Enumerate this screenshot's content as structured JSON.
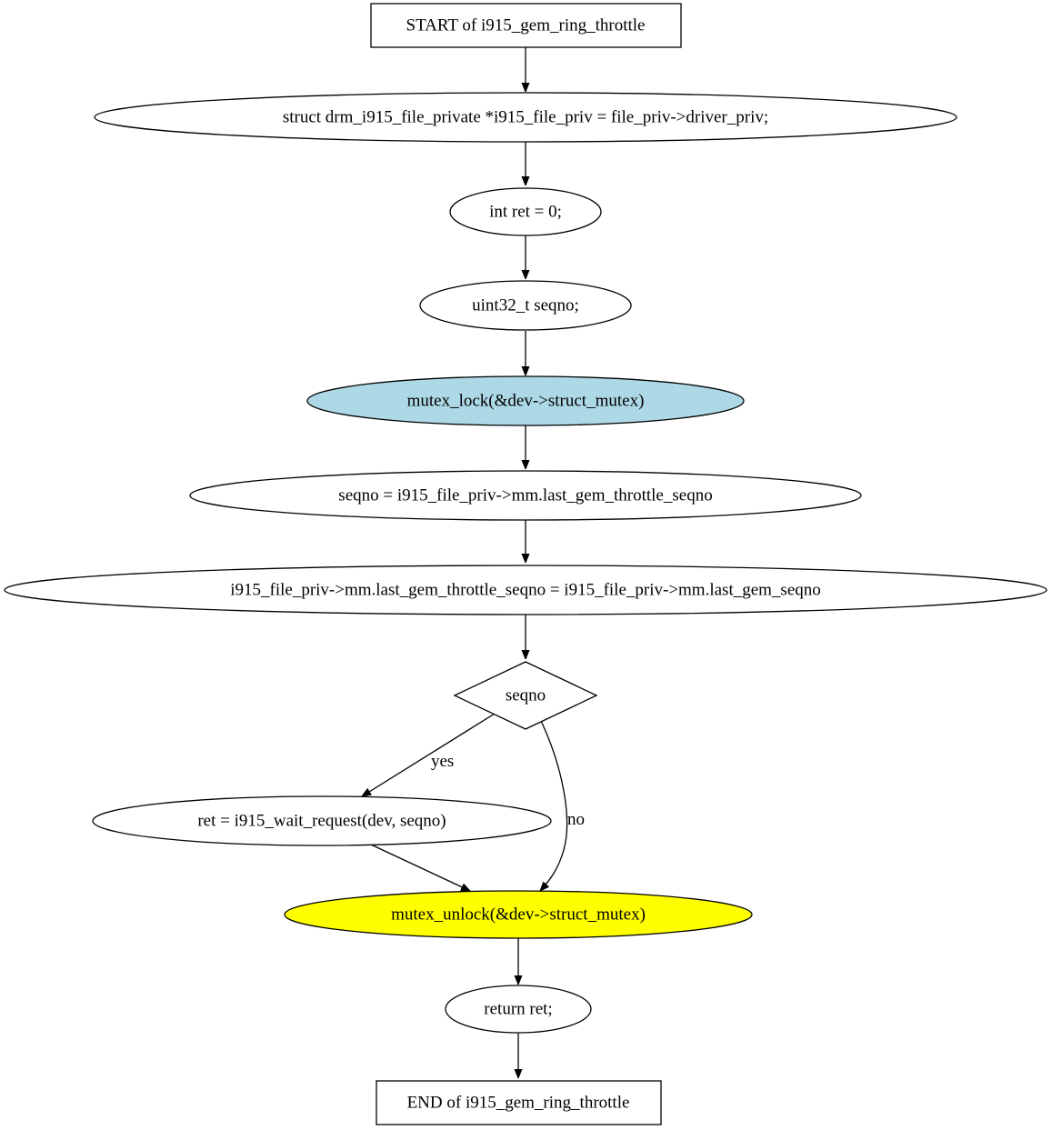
{
  "flowchart": {
    "colors": {
      "default_fill": "#ffffff",
      "lock_fill": "#add8e6",
      "unlock_fill": "#ffff00",
      "stroke": "#000000"
    },
    "nodes": {
      "start": {
        "label": "START of i915_gem_ring_throttle",
        "shape": "box"
      },
      "decl_file_priv": {
        "label": "struct drm_i915_file_private *i915_file_priv = file_priv->driver_priv;",
        "shape": "ellipse"
      },
      "decl_ret": {
        "label": "int ret = 0;",
        "shape": "ellipse"
      },
      "decl_seqno": {
        "label": "uint32_t seqno;",
        "shape": "ellipse"
      },
      "mutex_lock": {
        "label": "mutex_lock(&dev->struct_mutex)",
        "shape": "ellipse"
      },
      "assign_seqno": {
        "label": "seqno = i915_file_priv->mm.last_gem_throttle_seqno",
        "shape": "ellipse"
      },
      "assign_throttle": {
        "label": "i915_file_priv->mm.last_gem_throttle_seqno = i915_file_priv->mm.last_gem_seqno",
        "shape": "ellipse"
      },
      "cond_seqno": {
        "label": "seqno",
        "shape": "diamond"
      },
      "wait_request": {
        "label": "ret = i915_wait_request(dev, seqno)",
        "shape": "ellipse"
      },
      "mutex_unlock": {
        "label": "mutex_unlock(&dev->struct_mutex)",
        "shape": "ellipse"
      },
      "return_ret": {
        "label": "return ret;",
        "shape": "ellipse"
      },
      "end": {
        "label": "END of i915_gem_ring_throttle",
        "shape": "box"
      }
    },
    "edges": [
      {
        "from": "start",
        "to": "decl_file_priv",
        "label": ""
      },
      {
        "from": "decl_file_priv",
        "to": "decl_ret",
        "label": ""
      },
      {
        "from": "decl_ret",
        "to": "decl_seqno",
        "label": ""
      },
      {
        "from": "decl_seqno",
        "to": "mutex_lock",
        "label": ""
      },
      {
        "from": "mutex_lock",
        "to": "assign_seqno",
        "label": ""
      },
      {
        "from": "assign_seqno",
        "to": "assign_throttle",
        "label": ""
      },
      {
        "from": "assign_throttle",
        "to": "cond_seqno",
        "label": ""
      },
      {
        "from": "cond_seqno",
        "to": "wait_request",
        "label": "yes"
      },
      {
        "from": "cond_seqno",
        "to": "mutex_unlock",
        "label": "no"
      },
      {
        "from": "wait_request",
        "to": "mutex_unlock",
        "label": ""
      },
      {
        "from": "mutex_unlock",
        "to": "return_ret",
        "label": ""
      },
      {
        "from": "return_ret",
        "to": "end",
        "label": ""
      }
    ]
  }
}
